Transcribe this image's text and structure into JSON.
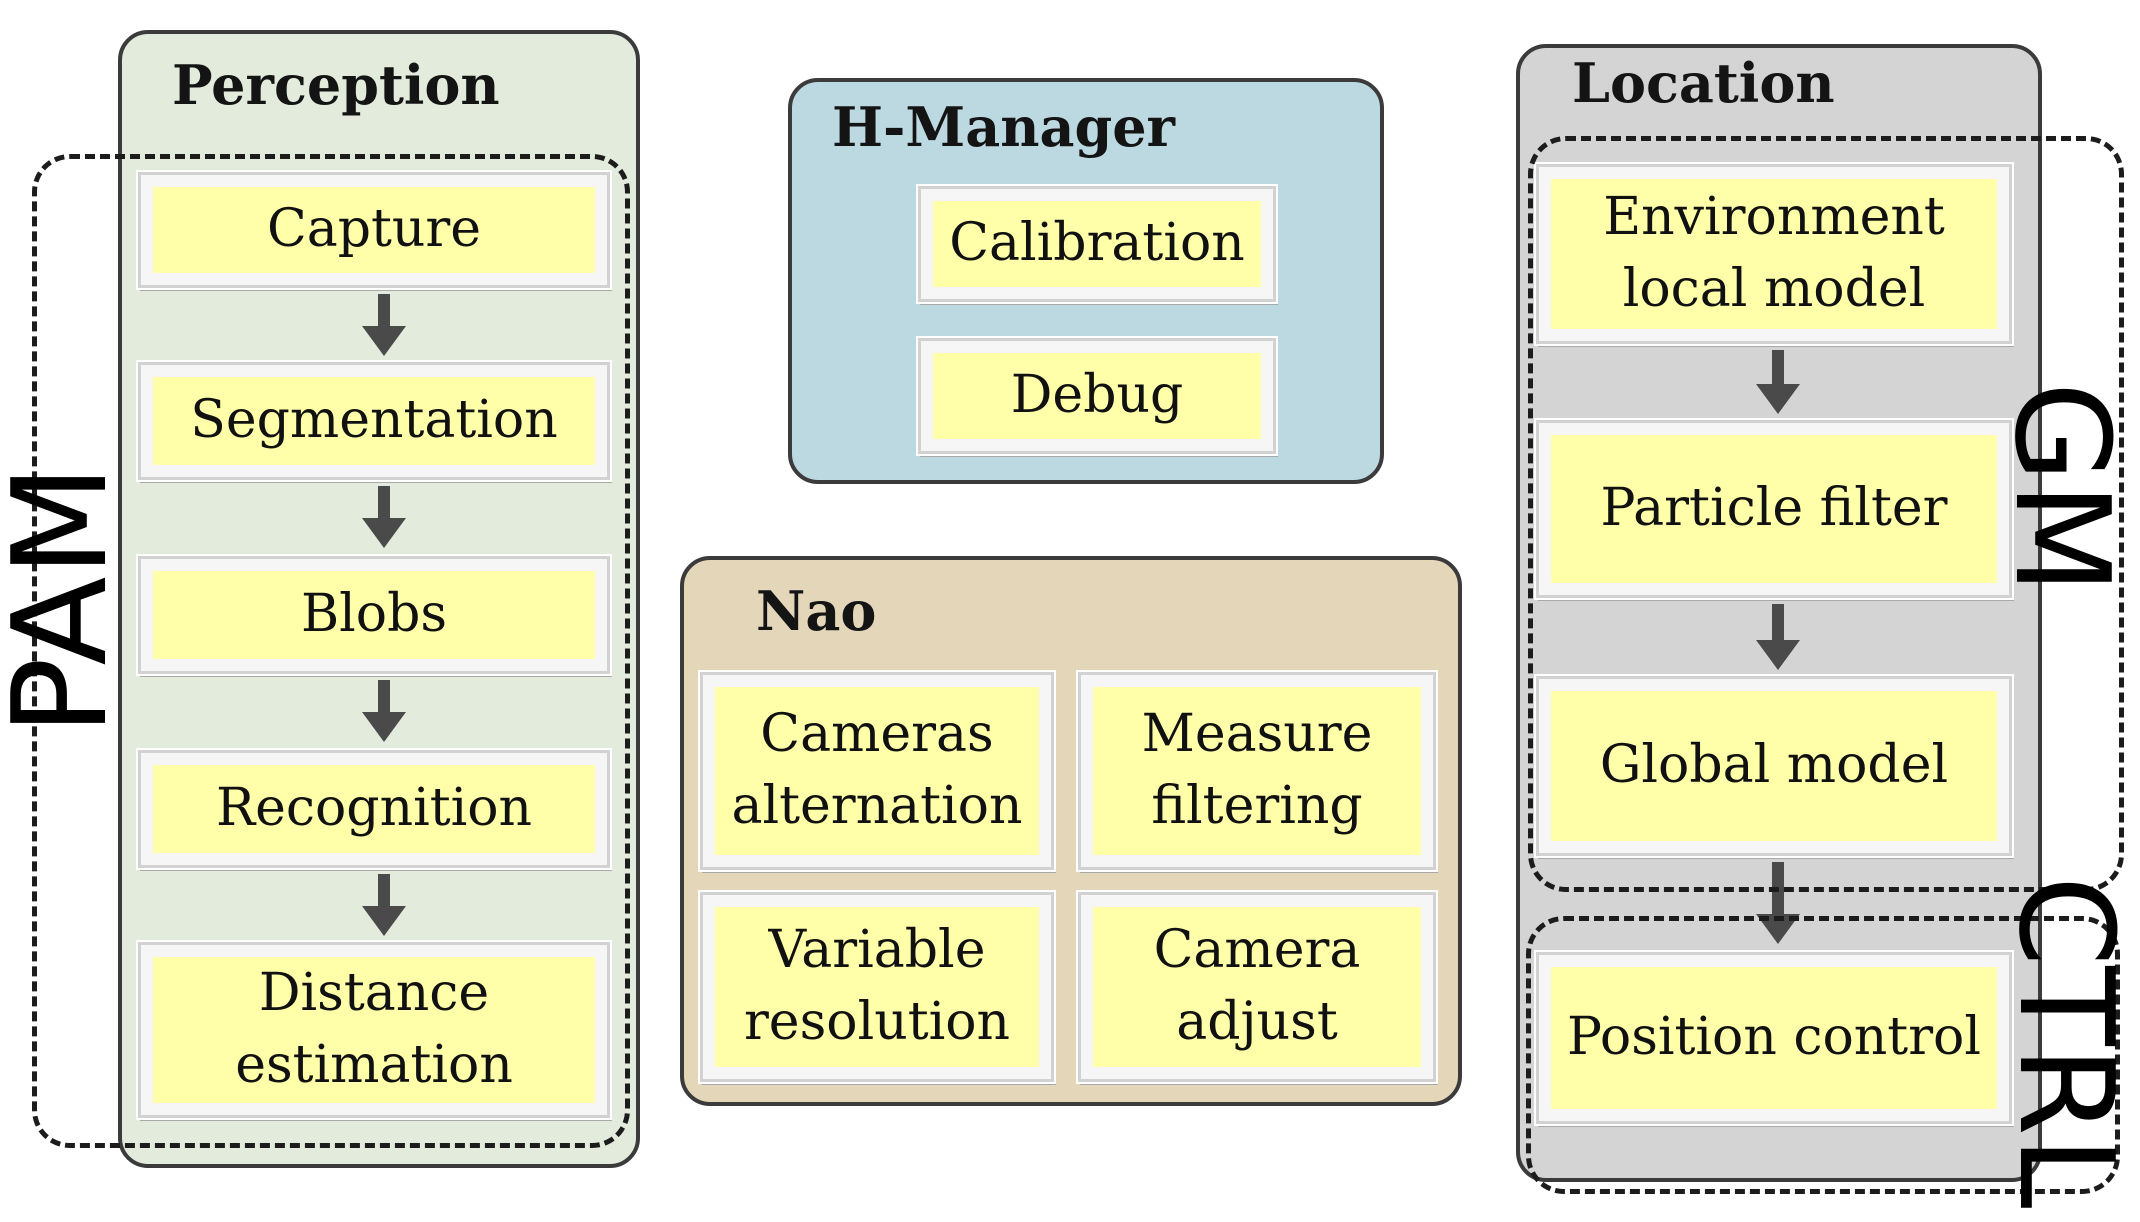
{
  "perception": {
    "title": "Perception",
    "steps": [
      "Capture",
      "Segmentation",
      "Blobs",
      "Recognition",
      "Distance\nestimation"
    ]
  },
  "hmanager": {
    "title": "H-Manager",
    "items": [
      "Calibration",
      "Debug"
    ]
  },
  "nao": {
    "title": "Nao",
    "items": [
      "Cameras\nalternation",
      "Measure\nfiltering",
      "Variable\nresolution",
      "Camera\nadjust"
    ]
  },
  "location": {
    "title": "Location",
    "steps": [
      "Environment\nlocal model",
      "Particle filter",
      "Global model",
      "Position control"
    ]
  },
  "groups": {
    "pam": "PAM",
    "gm": "GM",
    "ctrl": "CTRL"
  },
  "colors": {
    "perception_bg": "#e2ebdc",
    "hmanager_bg": "#bcd8e0",
    "nao_bg": "#e3d6b9",
    "location_bg": "#d4d4d4",
    "module_fill": "#ffffa9",
    "arrow": "#4a4a4a"
  }
}
